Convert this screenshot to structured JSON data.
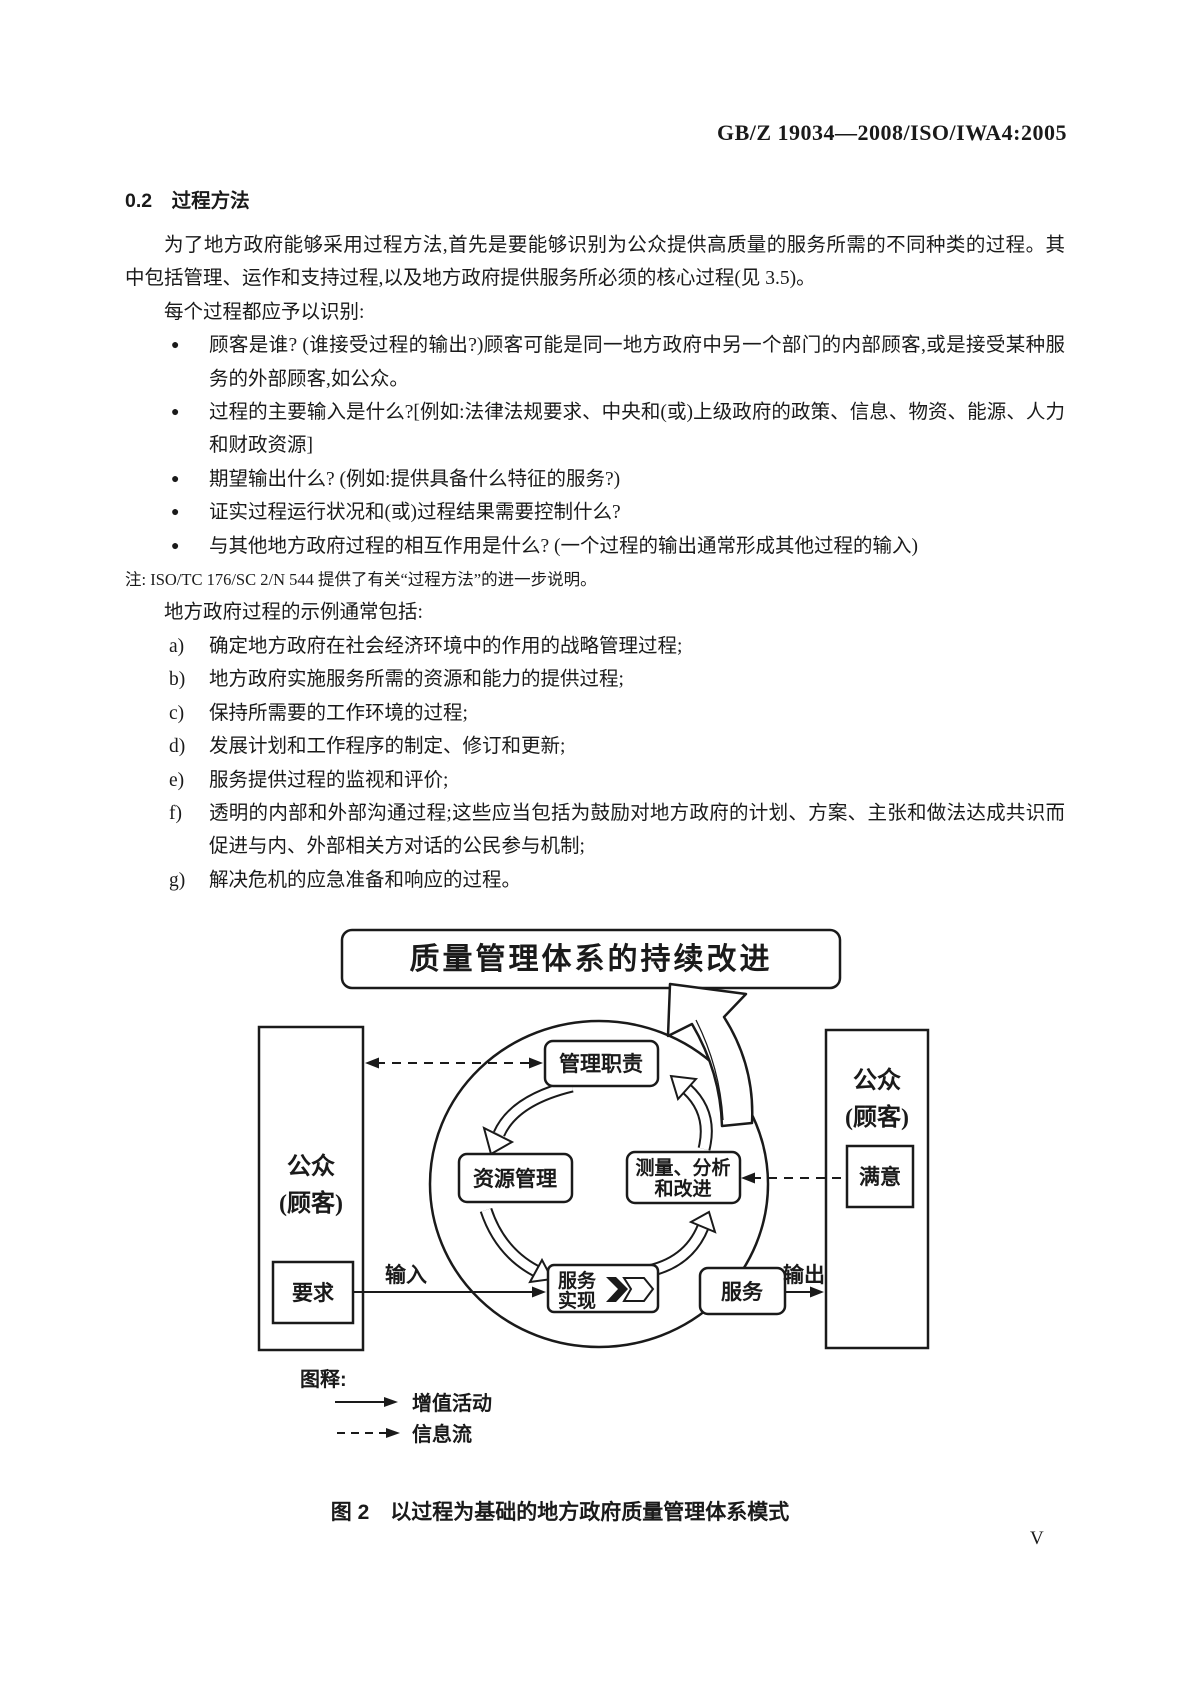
{
  "doc": {
    "header": "GB/Z 19034—2008/ISO/IWA4:2005",
    "heading": "0.2　过程方法",
    "para_intro": "为了地方政府能够采用过程方法,首先是要能够识别为公众提供高质量的服务所需的不同种类的过程。其中包括管理、运作和支持过程,以及地方政府提供服务所必须的核心过程(见 3.5)。",
    "para_identify": "每个过程都应予以识别:",
    "bullets": [
      "顾客是谁? (谁接受过程的输出?)顾客可能是同一地方政府中另一个部门的内部顾客,或是接受某种服务的外部顾客,如公众。",
      "过程的主要输入是什么?[例如:法律法规要求、中央和(或)上级政府的政策、信息、物资、能源、人力和财政资源]",
      "期望输出什么? (例如:提供具备什么特征的服务?)",
      "证实过程运行状况和(或)过程结果需要控制什么?",
      "与其他地方政府过程的相互作用是什么? (一个过程的输出通常形成其他过程的输入)"
    ],
    "note": "注: ISO/TC 176/SC 2/N 544 提供了有关“过程方法”的进一步说明。",
    "para_examples": "地方政府过程的示例通常包括:",
    "items": [
      {
        "label": "a)",
        "text": "确定地方政府在社会经济环境中的作用的战略管理过程;"
      },
      {
        "label": "b)",
        "text": "地方政府实施服务所需的资源和能力的提供过程;"
      },
      {
        "label": "c)",
        "text": "保持所需要的工作环境的过程;"
      },
      {
        "label": "d)",
        "text": "发展计划和工作程序的制定、修订和更新;"
      },
      {
        "label": "e)",
        "text": "服务提供过程的监视和评价;"
      },
      {
        "label": "f)",
        "text": "透明的内部和外部沟通过程;这些应当包括为鼓励对地方政府的计划、方案、主张和做法达成共识而促进与内、外部相关方对话的公民参与机制;"
      },
      {
        "label": "g)",
        "text": "解决危机的应急准备和响应的过程。"
      }
    ],
    "page_number": "V"
  },
  "figure": {
    "banner": "质量管理体系的持续改进",
    "left_box": {
      "line1": "公众",
      "line2": "(顾客)",
      "inner": "要求"
    },
    "right_box": {
      "line1": "公众",
      "line2": "(顾客)",
      "inner": "满意"
    },
    "management": "管理职责",
    "resources": "资源管理",
    "measure_l1": "测量、分析",
    "measure_l2": "和改进",
    "realize_l1": "服务",
    "realize_l2": "实现",
    "service": "服务",
    "input_label": "输入",
    "output_label": "输出",
    "legend_title": "图释:",
    "legend_solid": "增值活动",
    "legend_dashed": "信息流",
    "caption": "图 2　以过程为基础的地方政府质量管理体系模式"
  },
  "colors": {
    "ink": "#1a1a1a",
    "paper": "#ffffff"
  }
}
